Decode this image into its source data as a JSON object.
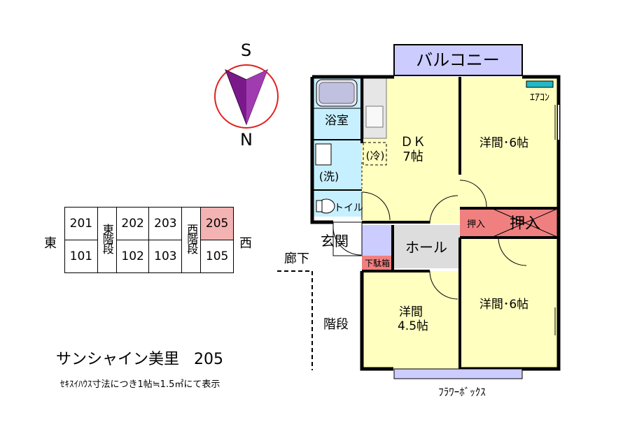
{
  "compass": {
    "top_label": "S",
    "bottom_label": "N"
  },
  "unit_table": {
    "top_row": [
      "201",
      "東階段",
      "202",
      "203",
      "西階段",
      "205"
    ],
    "bottom_row": [
      "101",
      "102",
      "103",
      "105"
    ],
    "highlighted_unit": "205",
    "left_label": "東",
    "right_label": "西"
  },
  "title": "サンシャイン美里",
  "room_number": "205",
  "footnote": "ｾｷｽｲﾊｳｽ寸法につき1帖≒1.5㎡にて表示",
  "plan": {
    "balcony": "バルコニー",
    "aircon": "ｴｱｺﾝ",
    "bath": "浴室",
    "laundry": "(洗)",
    "fridge": "(冷)",
    "toilet": "トイル",
    "dk_name": "ＤＫ",
    "dk_size": "7帖",
    "room_ne": "洋間･6帖",
    "closet_small": "押入",
    "closet_large": "押入",
    "entrance": "玄関",
    "shoe_box": "下駄箱",
    "hall": "ホール",
    "corridor": "廊下",
    "stairs": "階段",
    "room_sw_name": "洋間",
    "room_sw_size": "4.5帖",
    "room_se": "洋間･6帖",
    "flower_box": "ﾌﾗﾜｰﾎﾞｯｸｽ"
  },
  "colors": {
    "room_fill": "#ffffc0",
    "wet_fill": "#c6f0ff",
    "balcony_fill": "#ccccff",
    "closet_fill": "#f08080",
    "hall_fill": "#dddddd",
    "compass_fill": "#7a1a8a",
    "compass_ring": "#e02020"
  }
}
